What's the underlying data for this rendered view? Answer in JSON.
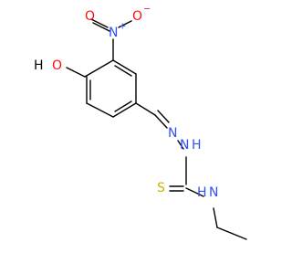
{
  "molecule": {
    "colors": {
      "bond": "#000000",
      "carbon": "#000000",
      "oxygen": "#ff0d0d",
      "nitrogen": "#3050f8",
      "sulfur": "#c8b400"
    },
    "atoms": {
      "hydroxyl_o": "O",
      "hydroxyl_h": "H",
      "nitro_n": "N",
      "nitro_n_charge": "+",
      "nitro_o_double": "O",
      "nitro_o_single": "O",
      "nitro_o_charge": "−",
      "imine_n": "N",
      "hydrazine_n": "N",
      "hydrazine_h": "H",
      "amide_n": "N",
      "amide_h": "H",
      "thione_s": "S"
    }
  }
}
